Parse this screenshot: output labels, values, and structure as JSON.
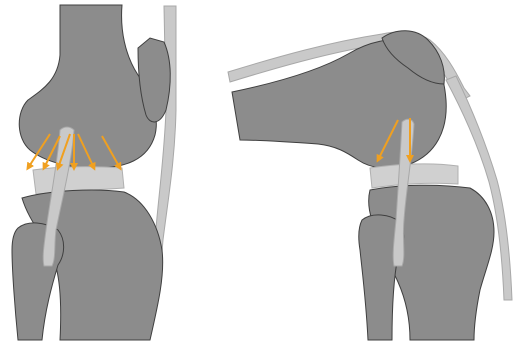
{
  "figure": {
    "panels": [
      {
        "id": "extension",
        "arrows": 6
      },
      {
        "id": "flexion",
        "arrows": 2
      }
    ]
  },
  "colors": {
    "background": "#ffffff",
    "bone": "#8c8c8c",
    "bone_stroke": "#3f3f3f",
    "cartilage": "#d0d0d0",
    "ligament": "#c9c9c9",
    "ligament_stroke": "#a8a8a8",
    "arrow": "#f0a020"
  }
}
